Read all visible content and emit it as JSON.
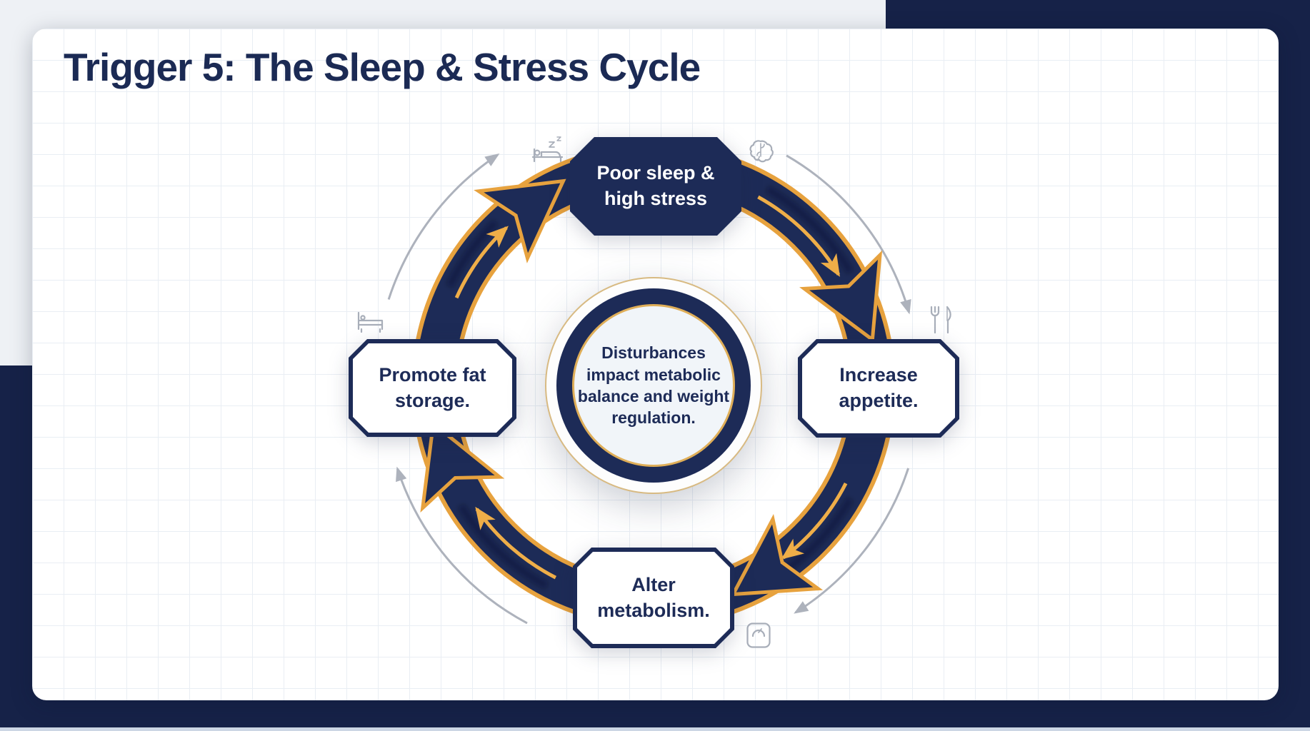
{
  "page": {
    "title": "Trigger 5: The Sleep & Stress Cycle"
  },
  "cycle": {
    "center": {
      "text": "Disturbances impact metabolic balance and weight regulation."
    },
    "nodes": [
      {
        "id": "poor-sleep-high-stress",
        "label": "Poor sleep & high stress",
        "style": "dark"
      },
      {
        "id": "increase-appetite",
        "label": "Increase appetite.",
        "style": "light"
      },
      {
        "id": "alter-metabolism",
        "label": "Alter metabolism.",
        "style": "light"
      },
      {
        "id": "promote-fat-storage",
        "label": "Promote fat storage.",
        "style": "light"
      }
    ],
    "icons": [
      "sleeping-bed-icon",
      "brain-icon",
      "cutlery-icon",
      "bed-icon",
      "weight-scale-icon"
    ]
  },
  "colors": {
    "navy": "#1d2b57",
    "background_navy": "#162248",
    "gold": "#e7a23e",
    "background_gray": "#eef1f5",
    "card": "#ffffff",
    "center_fill": "#f1f5f9",
    "gray_arrow": "#adb2bc"
  }
}
